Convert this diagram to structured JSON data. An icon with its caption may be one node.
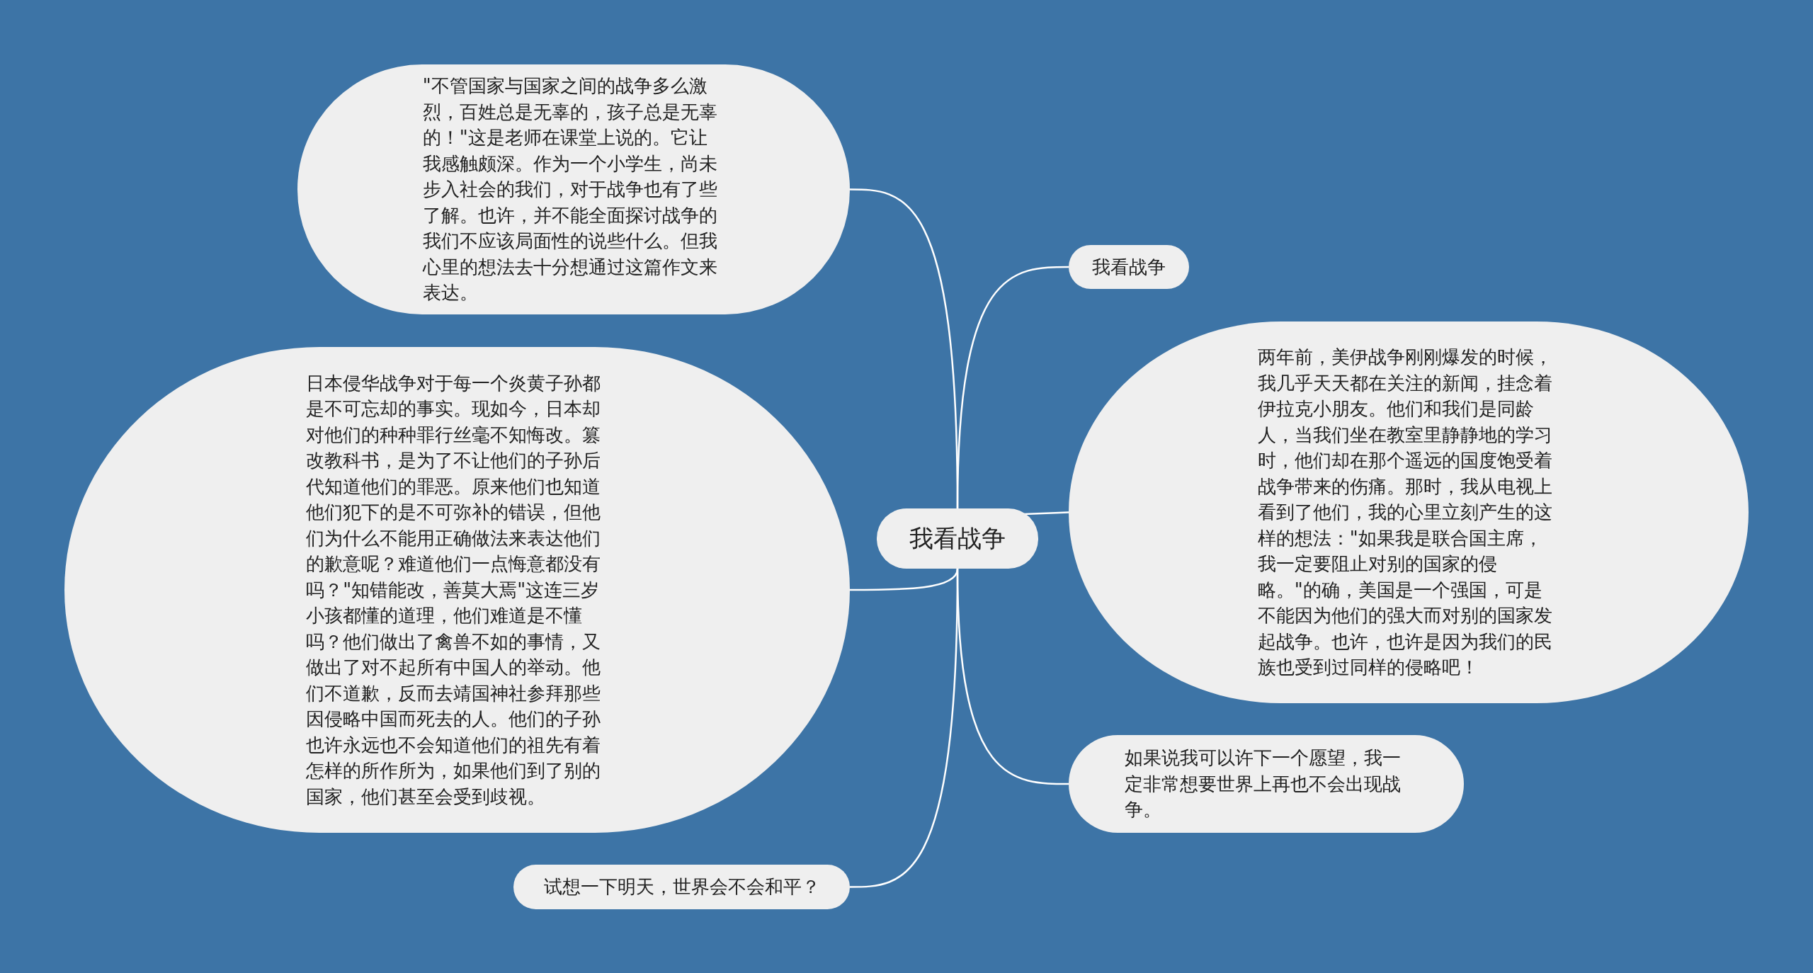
{
  "diagram": {
    "nodes": [
      {
        "text": [
          "我看战争"
        ]
      },
      {
        "text": [
          "\"不管国家与国家之间的战争多么激烈，百姓总是无辜的，孩子总是无辜的！\"这是老师在课堂上说的。它让我感触颇深。作为一个小学生，尚未步入社会的我们，对于战争也有了些了解。也许，并不能全面探讨战争的我们不应该局面性的说些什么。但我心里的想法去十分想通过这篇作文来表达。"
        ]
      },
      {
        "text": [
          "我看战争"
        ]
      },
      {
        "text": [
          "日本侵华战争对于每一个炎黄子孙都是不可忘却的事实。现如今，日本却对他们的种种罪行丝毫不知悔改。篡改教科书，是为了不让他们的子孙后代知道他们的罪恶。原来他们也知道他们犯下的是不可弥补的错误，但他们为什么不能用正确做法来表达他们的歉意呢？难道他们一点悔意都没有吗？\"知错能改，善莫大焉\"这连三岁小孩都懂的道理，他们难道是不懂吗？他们做出了禽兽不如的事情，又做出了对不起所有中国人的举动。他们不道歉，反而去靖国神社参拜那些因侵略中国而死去的人。他们的子孙也许永远也不会知道他们的祖先有着怎样的所作所为，如果他们到了别的国家，他们甚至会受到歧视。"
        ]
      },
      {
        "text": [
          "两年前，美伊战争刚刚爆发的时候，我几乎天天都在关注的新闻，挂念着伊拉克小朋友。他们和我们是同龄人，当我们坐在教室里静静地的学习时，他们却在那个遥远的国度饱受着战争带来的伤痛。那时，我从电视上看到了他们，我的心里立刻产生的这样的想法：\"如果我是联合国主席，我一定要阻止对别的国家的侵略。\"的确，美国是一个强国，可是不能因为他们的强大而对别的国家发起战争。也许，也许是因为我们的民族也受到过同样的侵略吧！"
        ]
      },
      {
        "text": [
          "如果说我可以许下一个愿望，我一定非常想要世界上再也不会出现战争。"
        ]
      },
      {
        "text": [
          "试想一下明天，世界会不会和平？"
        ]
      }
    ],
    "edges": [
      {
        "from": 0,
        "to": 1,
        "arrow": "none"
      },
      {
        "from": 0,
        "to": 2,
        "arrow": "none"
      },
      {
        "from": 0,
        "to": 3,
        "arrow": "none"
      },
      {
        "from": 0,
        "to": 4,
        "arrow": "none"
      },
      {
        "from": 0,
        "to": 5,
        "arrow": "none"
      },
      {
        "from": 0,
        "to": 6,
        "arrow": "none"
      }
    ]
  }
}
